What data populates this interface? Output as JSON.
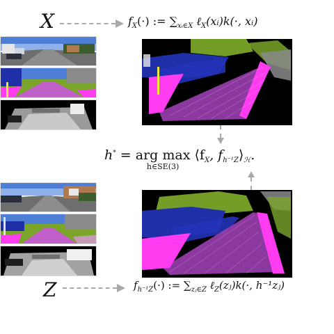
{
  "top": {
    "var": "X",
    "formula": {
      "lhs_f": "f",
      "lhs_sub": "X",
      "lhs_arg": "(·)",
      "assign": ":=",
      "sum": "∑",
      "sum_sub": "xᵢ∈X",
      "term_l": "ℓ",
      "term_l_sub": "X",
      "term_args": "(xᵢ)k(·, xᵢ)"
    }
  },
  "center": {
    "lhs": "h",
    "lhs_sup": "*",
    "eq": "=",
    "op": "arg max",
    "op_sub": "h∈SE(3)",
    "inner": "⟨f",
    "inner_sub1": "X",
    "inner_sep": ", f",
    "inner_sub2": "h⁻¹Z",
    "inner_close": "⟩",
    "space_sub": "ℋ",
    "end": "."
  },
  "bottom": {
    "var": "Z",
    "formula": {
      "lhs_f": "f",
      "lhs_sub": "h⁻¹Z",
      "lhs_arg": "(·)",
      "assign": ":=",
      "sum": "∑",
      "sum_sub": "zⱼ∈Z",
      "term_l": "ℓ",
      "term_l_sub": "Z",
      "term_args": "(zⱼ)k(·, h⁻¹zⱼ)"
    }
  },
  "colors": {
    "arrow": "#a9a9a9",
    "road": "#ff3cf0",
    "car": "#1e2fa8",
    "vegetation": "#7aa52a",
    "building": "#8a8a8a",
    "sky": "#4d7fd6"
  }
}
